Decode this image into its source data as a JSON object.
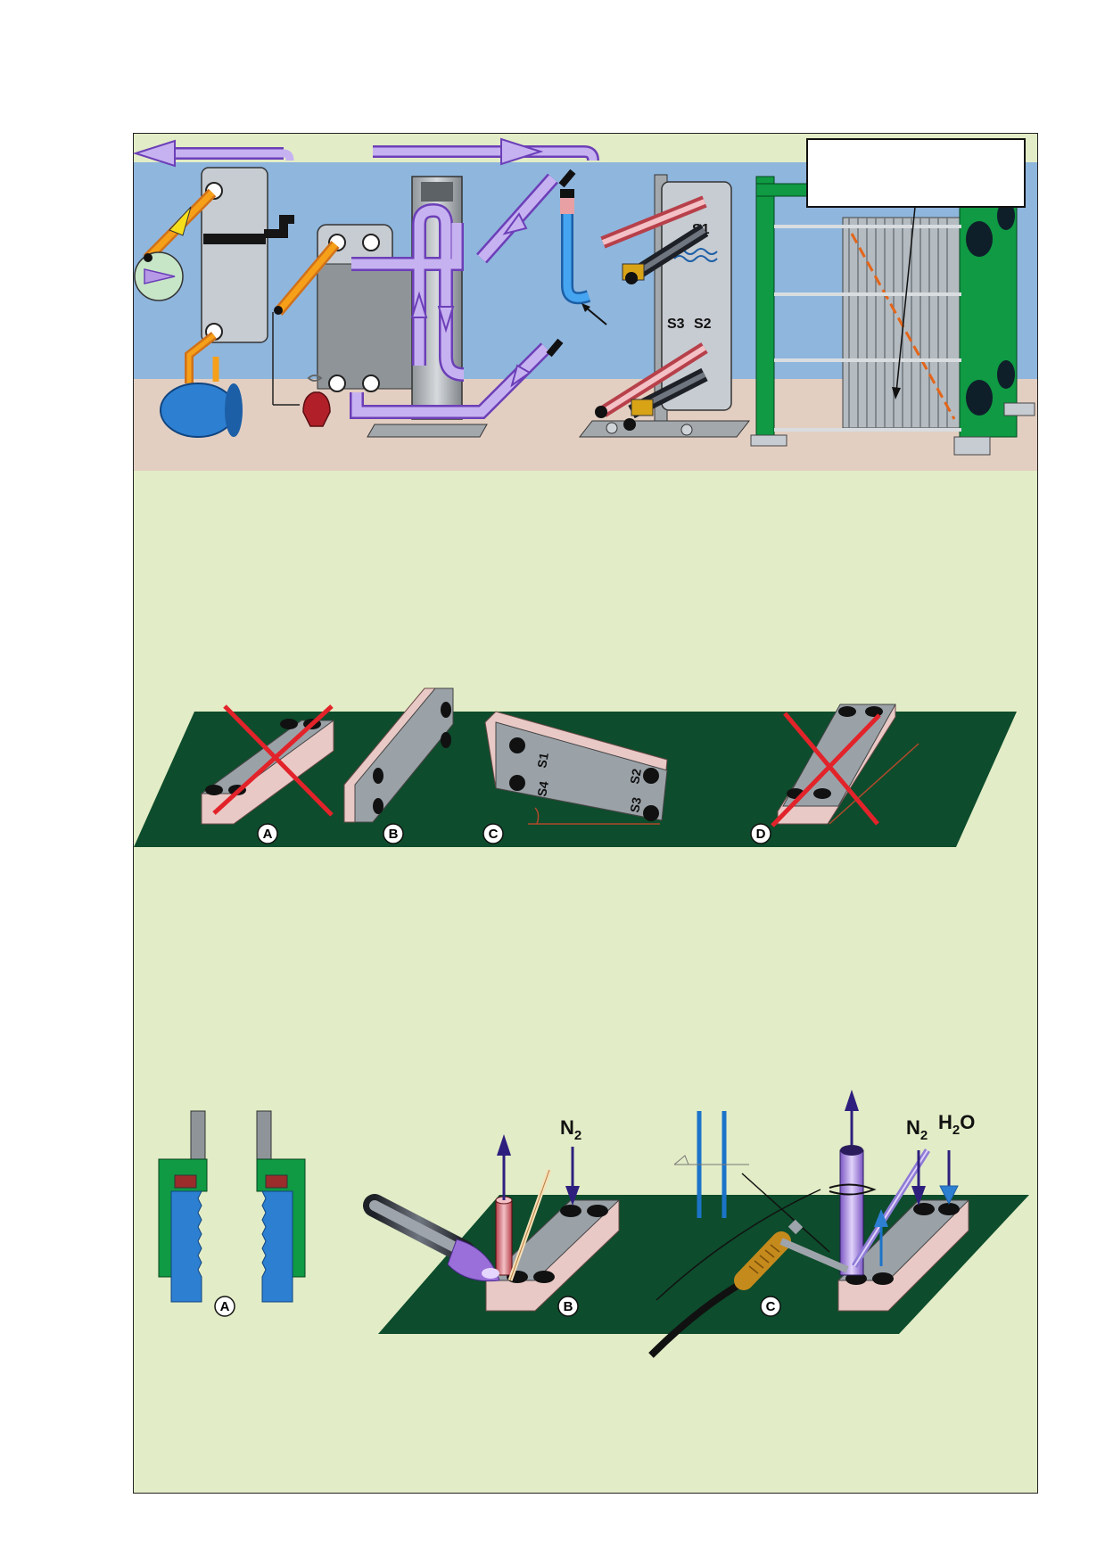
{
  "colors": {
    "frame_bg": "#e2ecc6",
    "wall": "#8fb6dd",
    "floor": "#e3cfc2",
    "ground": "#0d4c2c",
    "purple_pipe": "#b79ae6",
    "orange_pipe": "#f6a019",
    "red_cross": "#e2232a",
    "frame_green": "#0f9a43"
  },
  "top_section": {
    "port_labels": [
      "S1",
      "S3",
      "S2"
    ],
    "callout_box_text": ""
  },
  "orientation_section": {
    "circle_labels": [
      "A",
      "B",
      "C",
      "D"
    ],
    "unit_c_port_labels": [
      "S4",
      "S1",
      "S3",
      "S2"
    ]
  },
  "connection_section": {
    "circle_labels": [
      "A",
      "B",
      "C"
    ],
    "gas_label": "N",
    "gas_subscript": "2",
    "water_label_main": "H",
    "water_subscript": "2",
    "water_label_tail": "O"
  },
  "icons": [
    "flow-arrow-icon",
    "cross-out-icon",
    "heat-exchanger-icon",
    "welding-torch-icon",
    "soldering-iron-icon"
  ]
}
